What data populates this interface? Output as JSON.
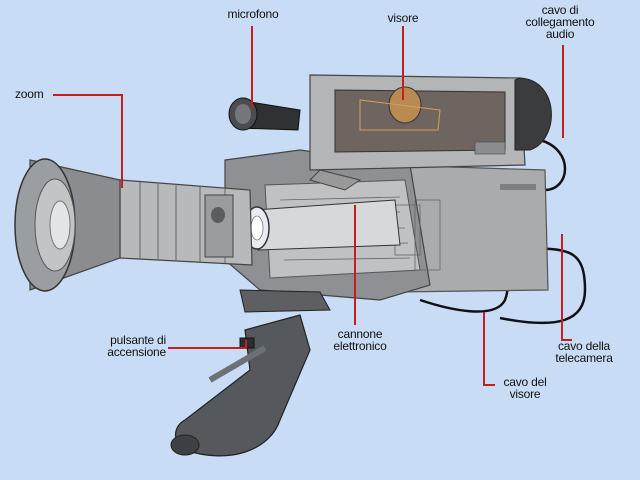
{
  "diagram": {
    "background": "#c9dcf5",
    "leader_color": "#c41e1e",
    "body_color": "#a7a9ab",
    "labels": {
      "microfono": [
        "microfono"
      ],
      "visore": [
        "visore"
      ],
      "cavo_audio": [
        "cavo di",
        "collegamento",
        "audio"
      ],
      "zoom": [
        "zoom"
      ],
      "pulsante": [
        "pulsante di",
        "accensione"
      ],
      "cannone": [
        "cannone",
        "elettronico"
      ],
      "cavo_visore": [
        "cavo del",
        "visore"
      ],
      "cavo_telecamera": [
        "cavo della",
        "telecamera"
      ]
    }
  }
}
